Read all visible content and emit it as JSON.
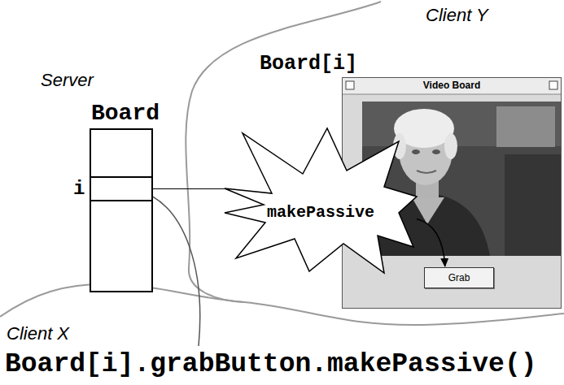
{
  "diagram": {
    "nodes": [
      {
        "text": [
          "Board"
        ]
      },
      {
        "text": [
          "i"
        ],
        "in": 0
      },
      {
        "text": [
          "Board[i]",
          "Video Board"
        ]
      },
      {
        "text": [
          "Grab"
        ],
        "in": 2
      },
      {
        "text": [
          "makePassive"
        ]
      }
    ],
    "edges": [
      {
        "from": 1,
        "to": 4,
        "arrow": "none"
      },
      {
        "from": 4,
        "to": 3,
        "arrow": "to"
      }
    ],
    "labels": [
      "Client Y",
      "Server",
      "Client X",
      "Board[i].grabButton.makePassive()"
    ]
  }
}
